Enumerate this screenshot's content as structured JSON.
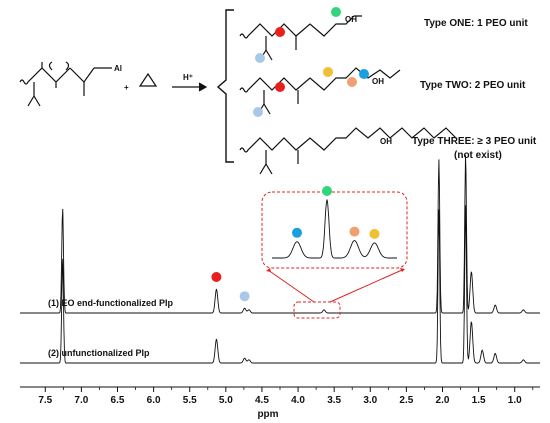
{
  "scheme": {
    "reagent_label": "H⁺",
    "plus_sign": "+",
    "initiator_metal": "Al",
    "oh_label": "OH",
    "types": [
      {
        "label": "Type ONE: 1 PEO unit"
      },
      {
        "label": "Type TWO: 2 PEO unit"
      },
      {
        "label": "Type THREE: ≥ 3 PEO unit",
        "note": "(not exist)"
      }
    ]
  },
  "chart_data": {
    "type": "line",
    "xlabel": "ppm",
    "x_ticks": [
      7.5,
      7.0,
      6.5,
      6.0,
      5.5,
      5.0,
      4.5,
      4.0,
      3.5,
      3.0,
      2.5,
      2.0,
      1.5,
      1.0
    ],
    "x_tick_labels": [
      "7.5",
      "7.0",
      "6.5",
      "6.0",
      "5.5",
      "5.0",
      "4.5",
      "4.0",
      "3.5",
      "3.0",
      "2.5",
      "2.0",
      "1.5",
      "1.0"
    ],
    "xlim": [
      7.85,
      0.65
    ],
    "x_reversed": true,
    "series": [
      {
        "name": "(1) EO end-functionalized PIp",
        "peaks": [
          {
            "ppm": 7.26,
            "height": 0.66,
            "marker": ""
          },
          {
            "ppm": 5.13,
            "height": 0.15,
            "marker": "#e8201c"
          },
          {
            "ppm": 4.74,
            "height": 0.03,
            "marker": "#a8c8e8"
          },
          {
            "ppm": 4.68,
            "height": 0.02,
            "marker": ""
          },
          {
            "ppm": 3.64,
            "height": 0.02,
            "marker": ""
          },
          {
            "ppm": 2.05,
            "height": 0.96,
            "marker": ""
          },
          {
            "ppm": 1.68,
            "height": 1.0,
            "marker": ""
          },
          {
            "ppm": 1.6,
            "height": 0.26,
            "marker": ""
          },
          {
            "ppm": 1.27,
            "height": 0.05,
            "marker": ""
          },
          {
            "ppm": 0.88,
            "height": 0.02,
            "marker": ""
          }
        ]
      },
      {
        "name": "(2) unfunctionalized PIp",
        "peaks": [
          {
            "ppm": 7.26,
            "height": 0.66,
            "marker": ""
          },
          {
            "ppm": 5.13,
            "height": 0.15,
            "marker": ""
          },
          {
            "ppm": 4.74,
            "height": 0.03,
            "marker": ""
          },
          {
            "ppm": 4.68,
            "height": 0.02,
            "marker": ""
          },
          {
            "ppm": 2.05,
            "height": 0.96,
            "marker": ""
          },
          {
            "ppm": 1.68,
            "height": 1.0,
            "marker": ""
          },
          {
            "ppm": 1.6,
            "height": 0.26,
            "marker": ""
          },
          {
            "ppm": 1.45,
            "height": 0.08,
            "marker": ""
          },
          {
            "ppm": 1.27,
            "height": 0.06,
            "marker": ""
          },
          {
            "ppm": 0.88,
            "height": 0.02,
            "marker": ""
          }
        ]
      }
    ],
    "inset": {
      "ppm_range": [
        3.75,
        3.5
      ],
      "peaks": [
        {
          "ppm": 3.7,
          "height": 0.28,
          "marker": "#1aa0e0"
        },
        {
          "ppm": 3.64,
          "height": 1.0,
          "marker": "#2fd67a"
        },
        {
          "ppm": 3.585,
          "height": 0.3,
          "marker": "#f0a070"
        },
        {
          "ppm": 3.545,
          "height": 0.26,
          "marker": "#f0c030"
        }
      ]
    }
  }
}
